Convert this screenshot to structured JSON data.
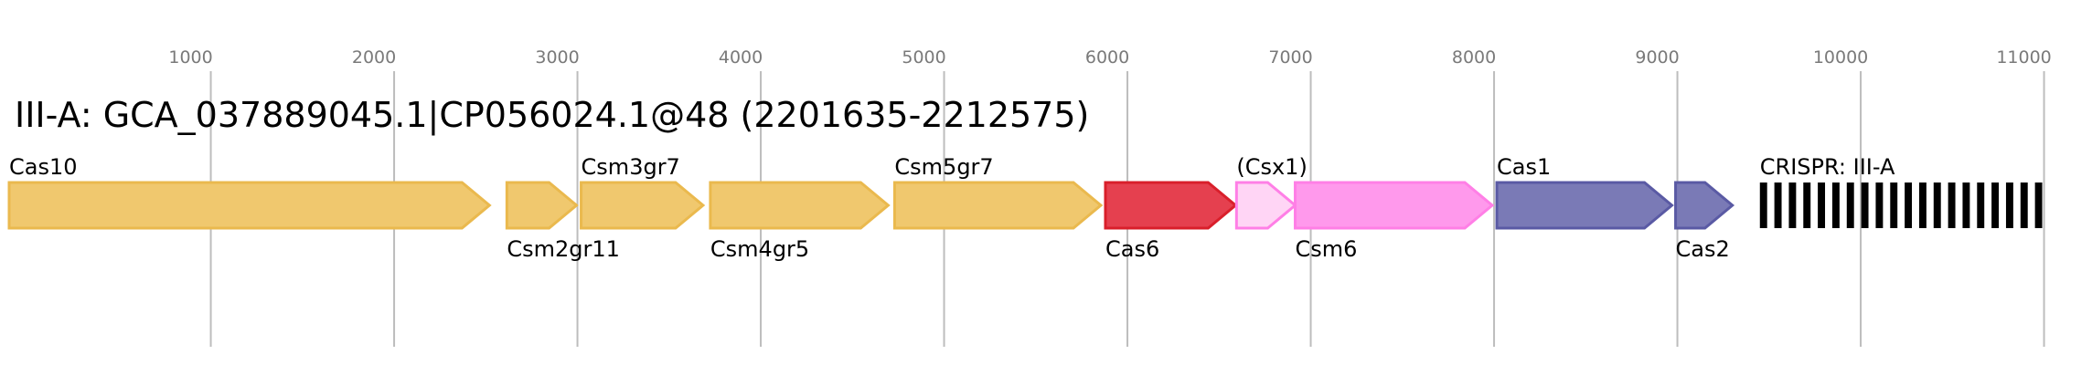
{
  "title": "III-A: GCA_037889045.1|CP056024.1@48 (2201635-2212575)",
  "axis": {
    "ticks": [
      1000,
      2000,
      3000,
      4000,
      5000,
      6000,
      7000,
      8000,
      9000,
      10000,
      11000
    ],
    "tick_labels": [
      "1000",
      "2000",
      "3000",
      "4000",
      "5000",
      "6000",
      "7000",
      "8000",
      "9000",
      "10000",
      "11000"
    ]
  },
  "chart_data": {
    "type": "gene-map",
    "title": "III-A: GCA_037889045.1|CP056024.1@48 (2201635-2212575)",
    "x_range": [
      -100,
      11020
    ],
    "genes": [
      {
        "name": "Cas10",
        "start": -100,
        "end": 2520,
        "label_pos": "above",
        "fill": "#f0c86e",
        "stroke": "#eab94e"
      },
      {
        "name": "Csm2gr11",
        "start": 2615,
        "end": 2995,
        "label_pos": "below",
        "fill": "#f0c86e",
        "stroke": "#eab94e"
      },
      {
        "name": "Csm3gr7",
        "start": 3020,
        "end": 3685,
        "label_pos": "above",
        "fill": "#f0c86e",
        "stroke": "#eab94e"
      },
      {
        "name": "Csm4gr5",
        "start": 3725,
        "end": 4695,
        "label_pos": "below",
        "fill": "#f0c86e",
        "stroke": "#eab94e"
      },
      {
        "name": "Csm5gr7",
        "start": 4730,
        "end": 5855,
        "label_pos": "above",
        "fill": "#f0c86e",
        "stroke": "#eab94e"
      },
      {
        "name": "Cas6",
        "start": 5880,
        "end": 6590,
        "label_pos": "below",
        "fill": "#e5404f",
        "stroke": "#d91f2b"
      },
      {
        "name": "(Csx1)",
        "start": 6595,
        "end": 6915,
        "label_pos": "above",
        "fill": "#ffd5f5",
        "stroke": "#ff7fe6"
      },
      {
        "name": "Csm6",
        "start": 6915,
        "end": 7990,
        "label_pos": "below",
        "fill": "#ff99ec",
        "stroke": "#ff7fe6"
      },
      {
        "name": "Cas1",
        "start": 8015,
        "end": 8970,
        "label_pos": "above",
        "fill": "#7a7ab6",
        "stroke": "#5a5aa4"
      },
      {
        "name": "Cas2",
        "start": 8990,
        "end": 9300,
        "label_pos": "below",
        "fill": "#7a7ab6",
        "stroke": "#5a5aa4"
      }
    ],
    "crispr_array": {
      "label": "CRISPR: III-A",
      "start": 9450,
      "end": 10990,
      "repeat_count": 20,
      "color": "#000000"
    }
  }
}
